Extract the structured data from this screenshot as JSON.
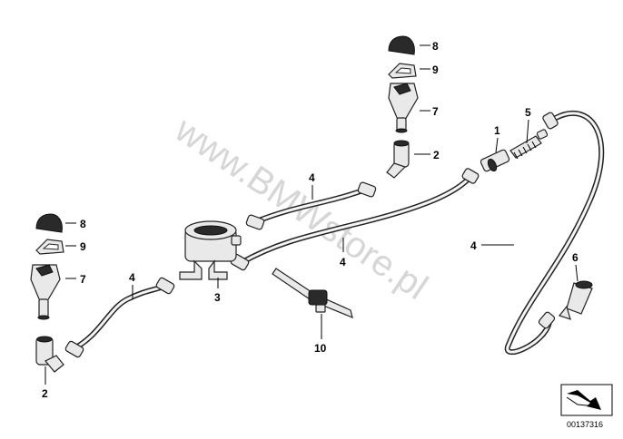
{
  "watermark": "www.BMWstore.pl",
  "document_number": "00137316",
  "callouts": {
    "c1": "1",
    "c2_top": "2",
    "c2_bottom": "2",
    "c3": "3",
    "c4_top": "4",
    "c4_mid": "4",
    "c4_right": "4",
    "c4_left": "4",
    "c5": "5",
    "c6": "6",
    "c7_top": "7",
    "c7_left": "7",
    "c8_top": "8",
    "c8_left": "8",
    "c9_top": "9",
    "c9_left": "9",
    "c10": "10"
  }
}
